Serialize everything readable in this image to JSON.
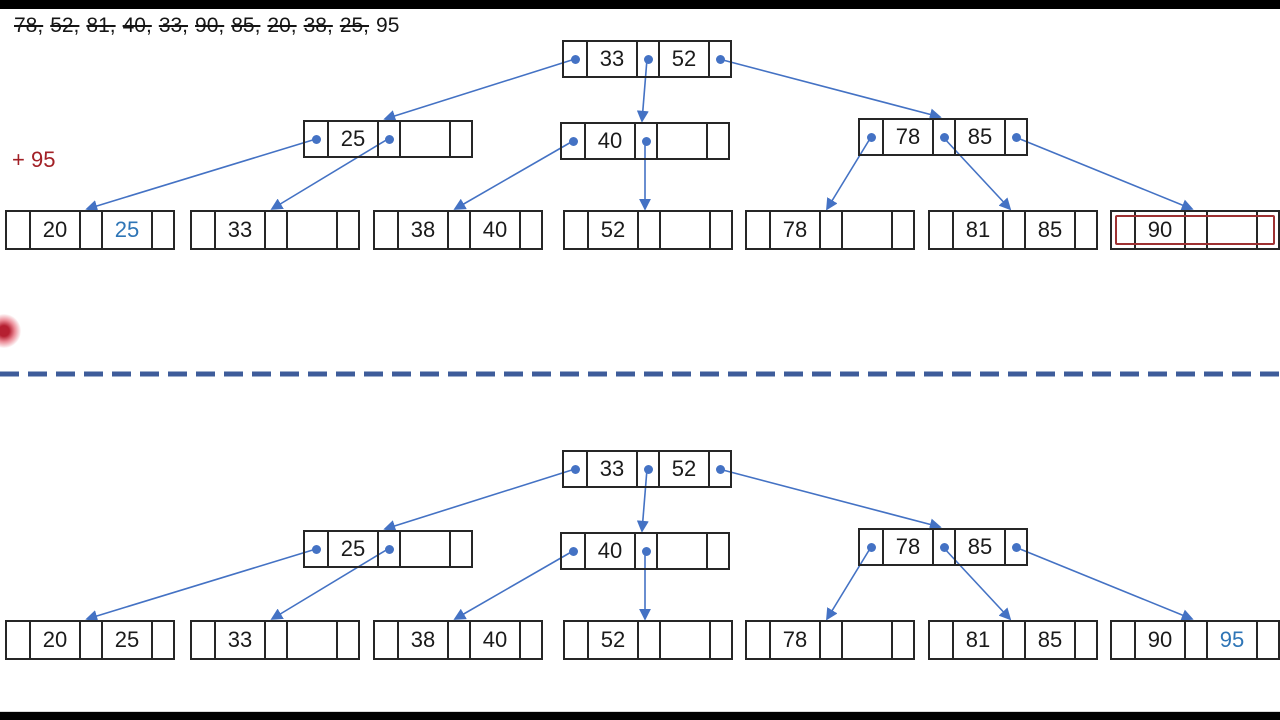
{
  "colors": {
    "accent_blue": "#4472C4",
    "key_blue": "#2E75B6",
    "dark_red": "#A22026",
    "highlight_red": "#9E3132",
    "separator_blue": "#3E5C9A",
    "node_border": "#262626",
    "text": "#1A1A1A"
  },
  "insertion_sequence": {
    "items": [
      {
        "text": "78,",
        "struck": true
      },
      {
        "text": "52,",
        "struck": true
      },
      {
        "text": "81,",
        "struck": true
      },
      {
        "text": "40,",
        "struck": true
      },
      {
        "text": "33,",
        "struck": true
      },
      {
        "text": "90,",
        "struck": true
      },
      {
        "text": "85,",
        "struck": true
      },
      {
        "text": "20,",
        "struck": true
      },
      {
        "text": "38,",
        "struck": true
      },
      {
        "text": "25,",
        "struck": true
      },
      {
        "text": "95",
        "struck": false
      }
    ]
  },
  "operation_label": "+ 95",
  "trees": [
    {
      "id": "tree-before-split-fix",
      "nodes": [
        {
          "id": "root",
          "level": "internal",
          "keys": [
            "33",
            "52"
          ],
          "dots": [
            true,
            true,
            true
          ]
        },
        {
          "id": "i1",
          "level": "internal",
          "keys": [
            "25",
            ""
          ],
          "dots": [
            true,
            true,
            false
          ]
        },
        {
          "id": "i2",
          "level": "internal",
          "keys": [
            "40",
            ""
          ],
          "dots": [
            true,
            true,
            false
          ]
        },
        {
          "id": "i3",
          "level": "internal",
          "keys": [
            "78",
            "85"
          ],
          "dots": [
            true,
            true,
            true
          ]
        },
        {
          "id": "l1",
          "level": "leaf",
          "keys": [
            "20",
            "25"
          ],
          "key_styles": [
            "",
            "blue"
          ]
        },
        {
          "id": "l2",
          "level": "leaf",
          "keys": [
            "33",
            ""
          ]
        },
        {
          "id": "l3",
          "level": "leaf",
          "keys": [
            "38",
            "40"
          ]
        },
        {
          "id": "l4",
          "level": "leaf",
          "keys": [
            "52",
            ""
          ]
        },
        {
          "id": "l5",
          "level": "leaf",
          "keys": [
            "78",
            ""
          ]
        },
        {
          "id": "l6",
          "level": "leaf",
          "keys": [
            "81",
            "85"
          ]
        },
        {
          "id": "l7",
          "level": "leaf",
          "keys": [
            "90",
            ""
          ],
          "highlight": true
        }
      ],
      "edges": [
        [
          "root",
          0,
          "i1"
        ],
        [
          "root",
          1,
          "i2"
        ],
        [
          "root",
          2,
          "i3"
        ],
        [
          "i1",
          0,
          "l1"
        ],
        [
          "i1",
          1,
          "l2"
        ],
        [
          "i2",
          0,
          "l3"
        ],
        [
          "i2",
          1,
          "l4"
        ],
        [
          "i3",
          0,
          "l5"
        ],
        [
          "i3",
          1,
          "l6"
        ],
        [
          "i3",
          2,
          "l7"
        ]
      ]
    },
    {
      "id": "tree-after-insert-95",
      "nodes": [
        {
          "id": "root",
          "level": "internal",
          "keys": [
            "33",
            "52"
          ],
          "dots": [
            true,
            true,
            true
          ]
        },
        {
          "id": "i1",
          "level": "internal",
          "keys": [
            "25",
            ""
          ],
          "dots": [
            true,
            true,
            false
          ]
        },
        {
          "id": "i2",
          "level": "internal",
          "keys": [
            "40",
            ""
          ],
          "dots": [
            true,
            true,
            false
          ]
        },
        {
          "id": "i3",
          "level": "internal",
          "keys": [
            "78",
            "85"
          ],
          "dots": [
            true,
            true,
            true
          ]
        },
        {
          "id": "l1",
          "level": "leaf",
          "keys": [
            "20",
            "25"
          ]
        },
        {
          "id": "l2",
          "level": "leaf",
          "keys": [
            "33",
            ""
          ]
        },
        {
          "id": "l3",
          "level": "leaf",
          "keys": [
            "38",
            "40"
          ]
        },
        {
          "id": "l4",
          "level": "leaf",
          "keys": [
            "52",
            ""
          ]
        },
        {
          "id": "l5",
          "level": "leaf",
          "keys": [
            "78",
            ""
          ]
        },
        {
          "id": "l6",
          "level": "leaf",
          "keys": [
            "81",
            "85"
          ]
        },
        {
          "id": "l7",
          "level": "leaf",
          "keys": [
            "90",
            "95"
          ],
          "key_styles": [
            "",
            "blue"
          ]
        }
      ],
      "edges": [
        [
          "root",
          0,
          "i1"
        ],
        [
          "root",
          1,
          "i2"
        ],
        [
          "root",
          2,
          "i3"
        ],
        [
          "i1",
          0,
          "l1"
        ],
        [
          "i1",
          1,
          "l2"
        ],
        [
          "i2",
          0,
          "l3"
        ],
        [
          "i2",
          1,
          "l4"
        ],
        [
          "i3",
          0,
          "l5"
        ],
        [
          "i3",
          1,
          "l6"
        ],
        [
          "i3",
          2,
          "l7"
        ]
      ]
    }
  ]
}
